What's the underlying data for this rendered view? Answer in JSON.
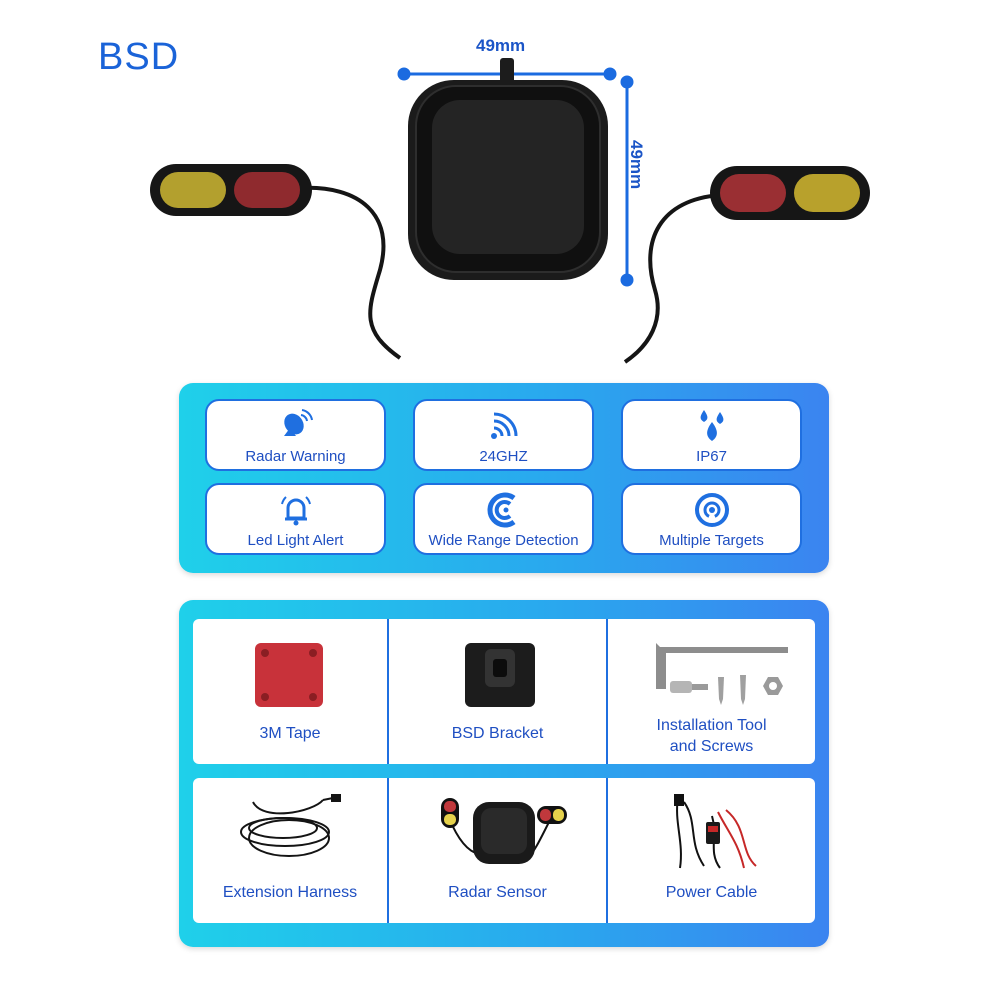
{
  "header": {
    "title": "BSD",
    "width_dim": "49mm",
    "height_dim": "49mm"
  },
  "features": [
    {
      "label": "Radar Warning",
      "icon": "radar-dish-icon"
    },
    {
      "label": "24GHZ",
      "icon": "signal-waves-icon"
    },
    {
      "label": "IP67",
      "icon": "water-drops-icon"
    },
    {
      "label": "Led Light Alert",
      "icon": "alarm-bell-icon"
    },
    {
      "label": "Wide Range Detection",
      "icon": "range-arc-icon"
    },
    {
      "label": "Multiple Targets",
      "icon": "target-icon"
    }
  ],
  "package": [
    {
      "label": "3M Tape"
    },
    {
      "label": "BSD Bracket"
    },
    {
      "label": "Installation Tool and Screws",
      "line1": "Installation Tool",
      "line2": "and Screws"
    },
    {
      "label": "Extension Harness"
    },
    {
      "label": "Radar Sensor"
    },
    {
      "label": "Power Cable"
    }
  ],
  "colors": {
    "accent_blue": "#1f6fe0",
    "title_blue": "#1a63d8",
    "panel_cyan": "#1fd0ea",
    "amber": "#b8a12c",
    "red": "#9a2f33"
  }
}
